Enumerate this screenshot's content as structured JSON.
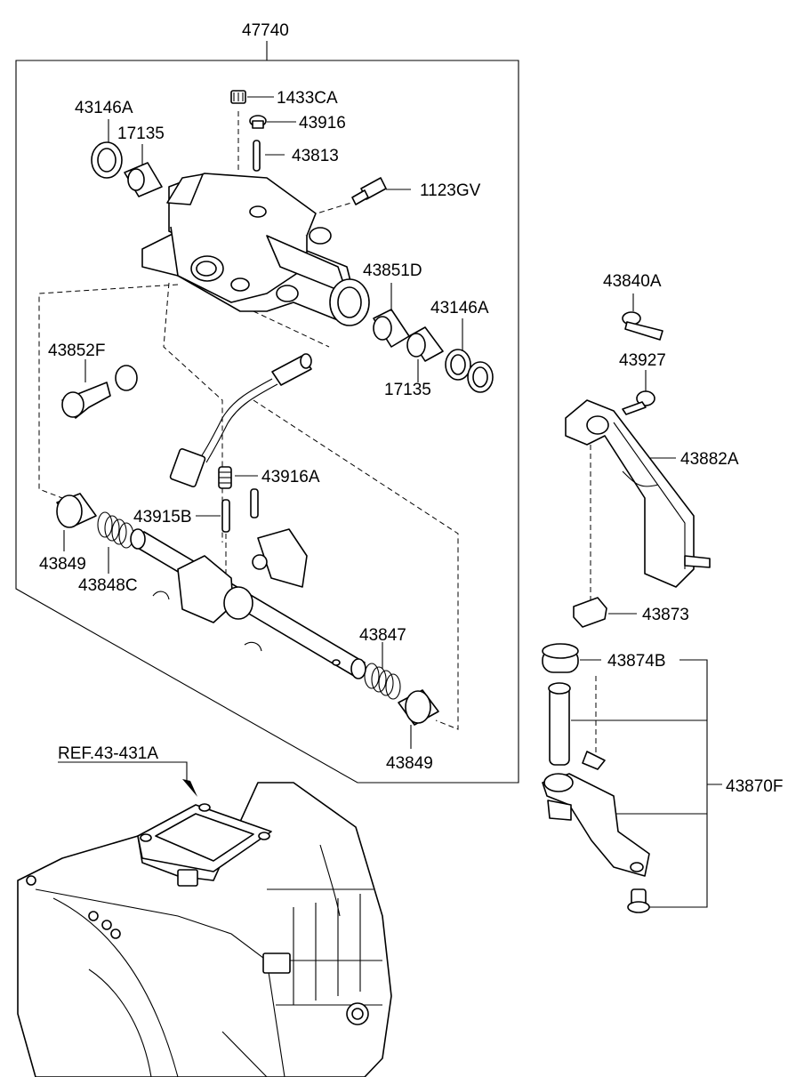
{
  "labels": {
    "l47740": "47740",
    "l1433CA": "1433CA",
    "l43916": "43916",
    "l43813": "43813",
    "l1123GV": "1123GV",
    "l43146A_left": "43146A",
    "l17135_left": "17135",
    "l43851D": "43851D",
    "l43146A_right": "43146A",
    "l17135_right": "17135",
    "l43852F": "43852F",
    "l43916A": "43916A",
    "l43915B": "43915B",
    "l43849_left": "43849",
    "l43848C": "43848C",
    "l43847": "43847",
    "l43849_bottom": "43849",
    "l43840A": "43840A",
    "l43927": "43927",
    "l43882A": "43882A",
    "l43873": "43873",
    "l43874B": "43874B",
    "l43870F": "43870F",
    "lREF": "REF.43-431A"
  }
}
